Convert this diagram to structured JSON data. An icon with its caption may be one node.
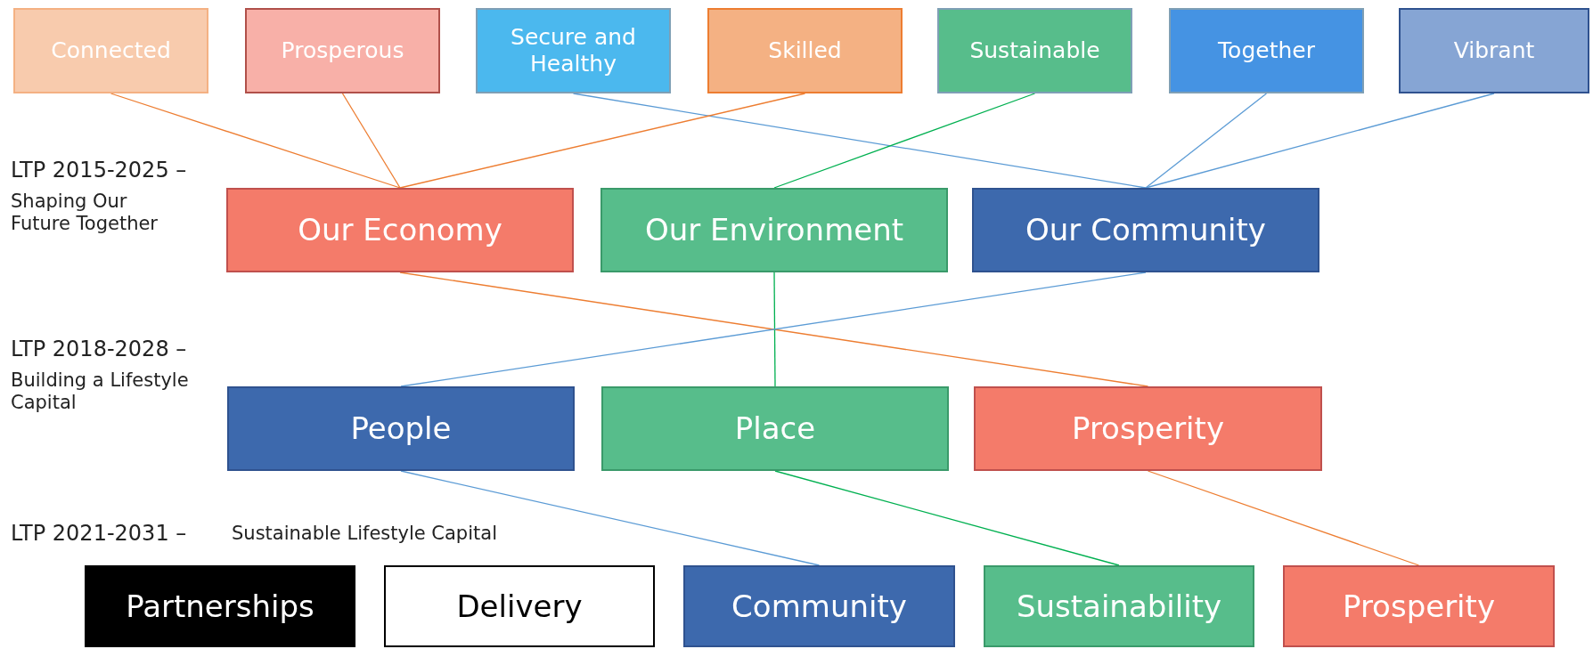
{
  "diagram": {
    "nodes": [
      {
        "text": [
          "Connected"
        ]
      },
      {
        "text": [
          "Prosperous"
        ]
      },
      {
        "text": [
          "Secure and Healthy"
        ]
      },
      {
        "text": [
          "Skilled"
        ]
      },
      {
        "text": [
          "Sustainable"
        ]
      },
      {
        "text": [
          "Together"
        ]
      },
      {
        "text": [
          "Vibrant"
        ]
      },
      {
        "text": [
          "Our Economy"
        ]
      },
      {
        "text": [
          "Our Environment"
        ]
      },
      {
        "text": [
          "Our Community"
        ]
      },
      {
        "text": [
          "People"
        ]
      },
      {
        "text": [
          "Place"
        ]
      },
      {
        "text": [
          "Prosperity"
        ]
      },
      {
        "text": [
          "Partnerships"
        ]
      },
      {
        "text": [
          "Delivery"
        ]
      },
      {
        "text": [
          "Community"
        ]
      },
      {
        "text": [
          "Sustainability"
        ]
      },
      {
        "text": [
          "Prosperity"
        ]
      }
    ],
    "edges": [
      {
        "from": 0,
        "to": 7,
        "arrow": "none",
        "color": "#ed7d31"
      },
      {
        "from": 1,
        "to": 7,
        "arrow": "none",
        "color": "#ed7d31"
      },
      {
        "from": 2,
        "to": 9,
        "arrow": "none",
        "color": "#5b9bd5"
      },
      {
        "from": 3,
        "to": 7,
        "arrow": "none",
        "color": "#ed7d31"
      },
      {
        "from": 4,
        "to": 8,
        "arrow": "none",
        "color": "#00b050"
      },
      {
        "from": 5,
        "to": 9,
        "arrow": "none",
        "color": "#5b9bd5"
      },
      {
        "from": 6,
        "to": 9,
        "arrow": "none",
        "color": "#5b9bd5"
      },
      {
        "from": 7,
        "to": 12,
        "arrow": "none",
        "color": "#ed7d31"
      },
      {
        "from": 8,
        "to": 11,
        "arrow": "none",
        "color": "#00b050"
      },
      {
        "from": 9,
        "to": 10,
        "arrow": "none",
        "color": "#5b9bd5"
      },
      {
        "from": 10,
        "to": 15,
        "arrow": "none",
        "color": "#5b9bd5"
      },
      {
        "from": 11,
        "to": 16,
        "arrow": "none",
        "color": "#00b050"
      },
      {
        "from": 12,
        "to": 17,
        "arrow": "none",
        "color": "#ed7d31"
      }
    ],
    "labels": [
      "LTP 2015-2025 –",
      "Shaping Our Future Together",
      "LTP 2018-2028 –",
      "Building a Lifestyle Capital",
      "LTP 2021-2031 –",
      "Sustainable Lifestyle Capital"
    ]
  }
}
